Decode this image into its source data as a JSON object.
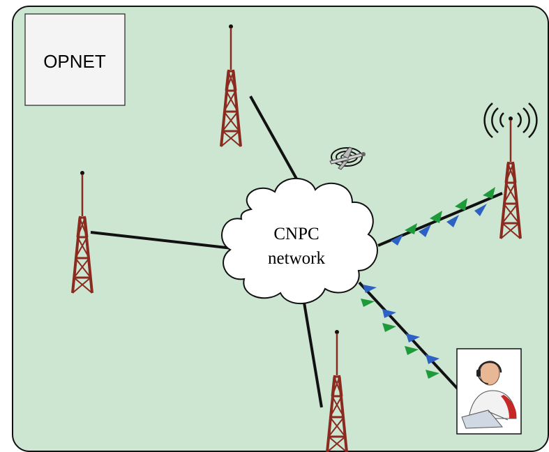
{
  "opnet_box": {
    "label": "OPNET"
  },
  "cloud": {
    "line1": "CNPC",
    "line2": "network"
  },
  "colors": {
    "background": "#cde6d2",
    "border": "#111111",
    "tower": "#8b2a1e",
    "link": "#111111",
    "signal_green": "#1f9a3a",
    "signal_blue": "#2d62c4",
    "cloud_fill": "#ffffff"
  },
  "icons": {
    "towers": [
      "tower-icon",
      "tower-icon",
      "tower-icon",
      "tower-icon"
    ],
    "broadcasting_tower": "broadcasting-tower-icon",
    "aircraft": "uav-aircraft-icon",
    "operator": "ground-operator-icon"
  }
}
